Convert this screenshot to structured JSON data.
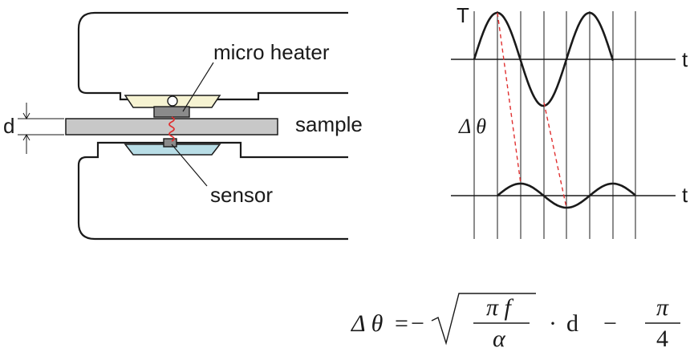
{
  "labels": {
    "micro_heater": "micro heater",
    "sample": "sample",
    "sensor": "sensor",
    "d": "d"
  },
  "waveform": {
    "T": "T",
    "t_top": "t",
    "t_bottom": "t",
    "delta_theta": "Δ θ"
  },
  "formula": {
    "lhs": "Δ θ",
    "equals": "=",
    "neg": "−",
    "num": "π f",
    "den": "α",
    "dot": "·",
    "d": "d",
    "minus": "−",
    "pi": "π",
    "four": "4"
  },
  "colors": {
    "heater_fill": "#f6f3d2",
    "sensor_fill": "#b8dde6",
    "sample_fill": "#c8c8c8",
    "block_fill": "#8a8a8a",
    "wire": "#e03030",
    "phase_dash": "#e03030",
    "stroke": "#1a1a1a"
  }
}
